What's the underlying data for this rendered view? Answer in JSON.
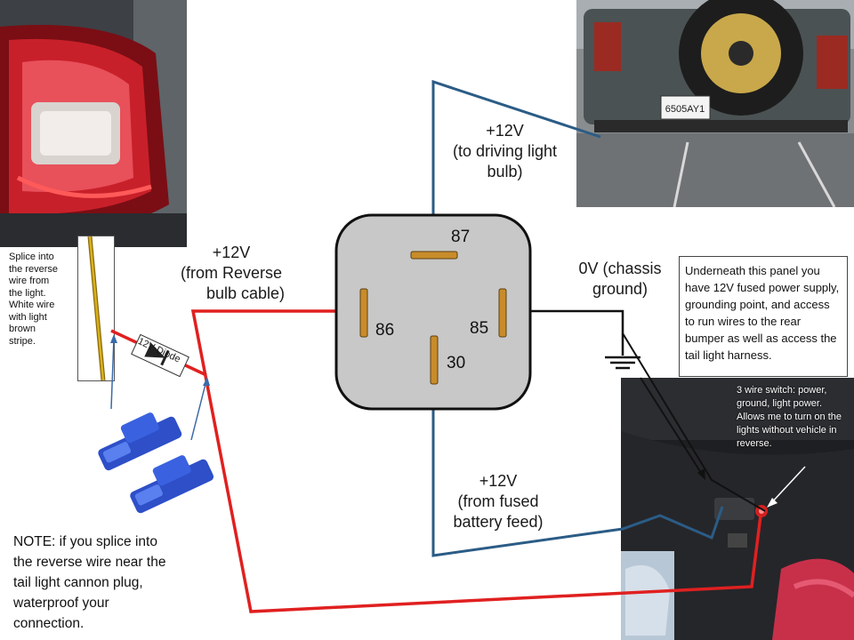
{
  "relay": {
    "pins": {
      "p87": "87",
      "p86": "86",
      "p85": "85",
      "p30": "30"
    }
  },
  "labels": {
    "driving_light": [
      "+12V",
      "(to driving light",
      "bulb)"
    ],
    "reverse": [
      "+12V",
      "(from Reverse",
      "bulb cable)"
    ],
    "ground": [
      "0V (chassis",
      "ground)"
    ],
    "battery": [
      "+12V",
      "(from fused",
      "battery feed)"
    ],
    "diode": "12V Diode"
  },
  "notes": {
    "splice": [
      "Splice into",
      "the reverse",
      "wire from",
      "the light.",
      "White wire",
      "with light",
      "brown",
      "stripe."
    ],
    "panel": "Underneath this panel you have 12V fused power supply, grounding point, and access to run wires to the rear bumper as well as access the tail light harness.",
    "switch": "3 wire switch: power, ground, light power. Allows me to turn on the lights without vehicle in reverse.",
    "waterproof": [
      "NOTE: if you splice into",
      "the reverse wire near the",
      "tail light cannon plug,",
      "waterproof your",
      "connection."
    ]
  },
  "photo_plate": "6505AY1",
  "colors": {
    "red_wire": "#e02020",
    "blue_wire": "#2b5c86",
    "black_wire": "#111111",
    "relay_body": "#c8c8c8",
    "pin": "#c98c2a"
  }
}
